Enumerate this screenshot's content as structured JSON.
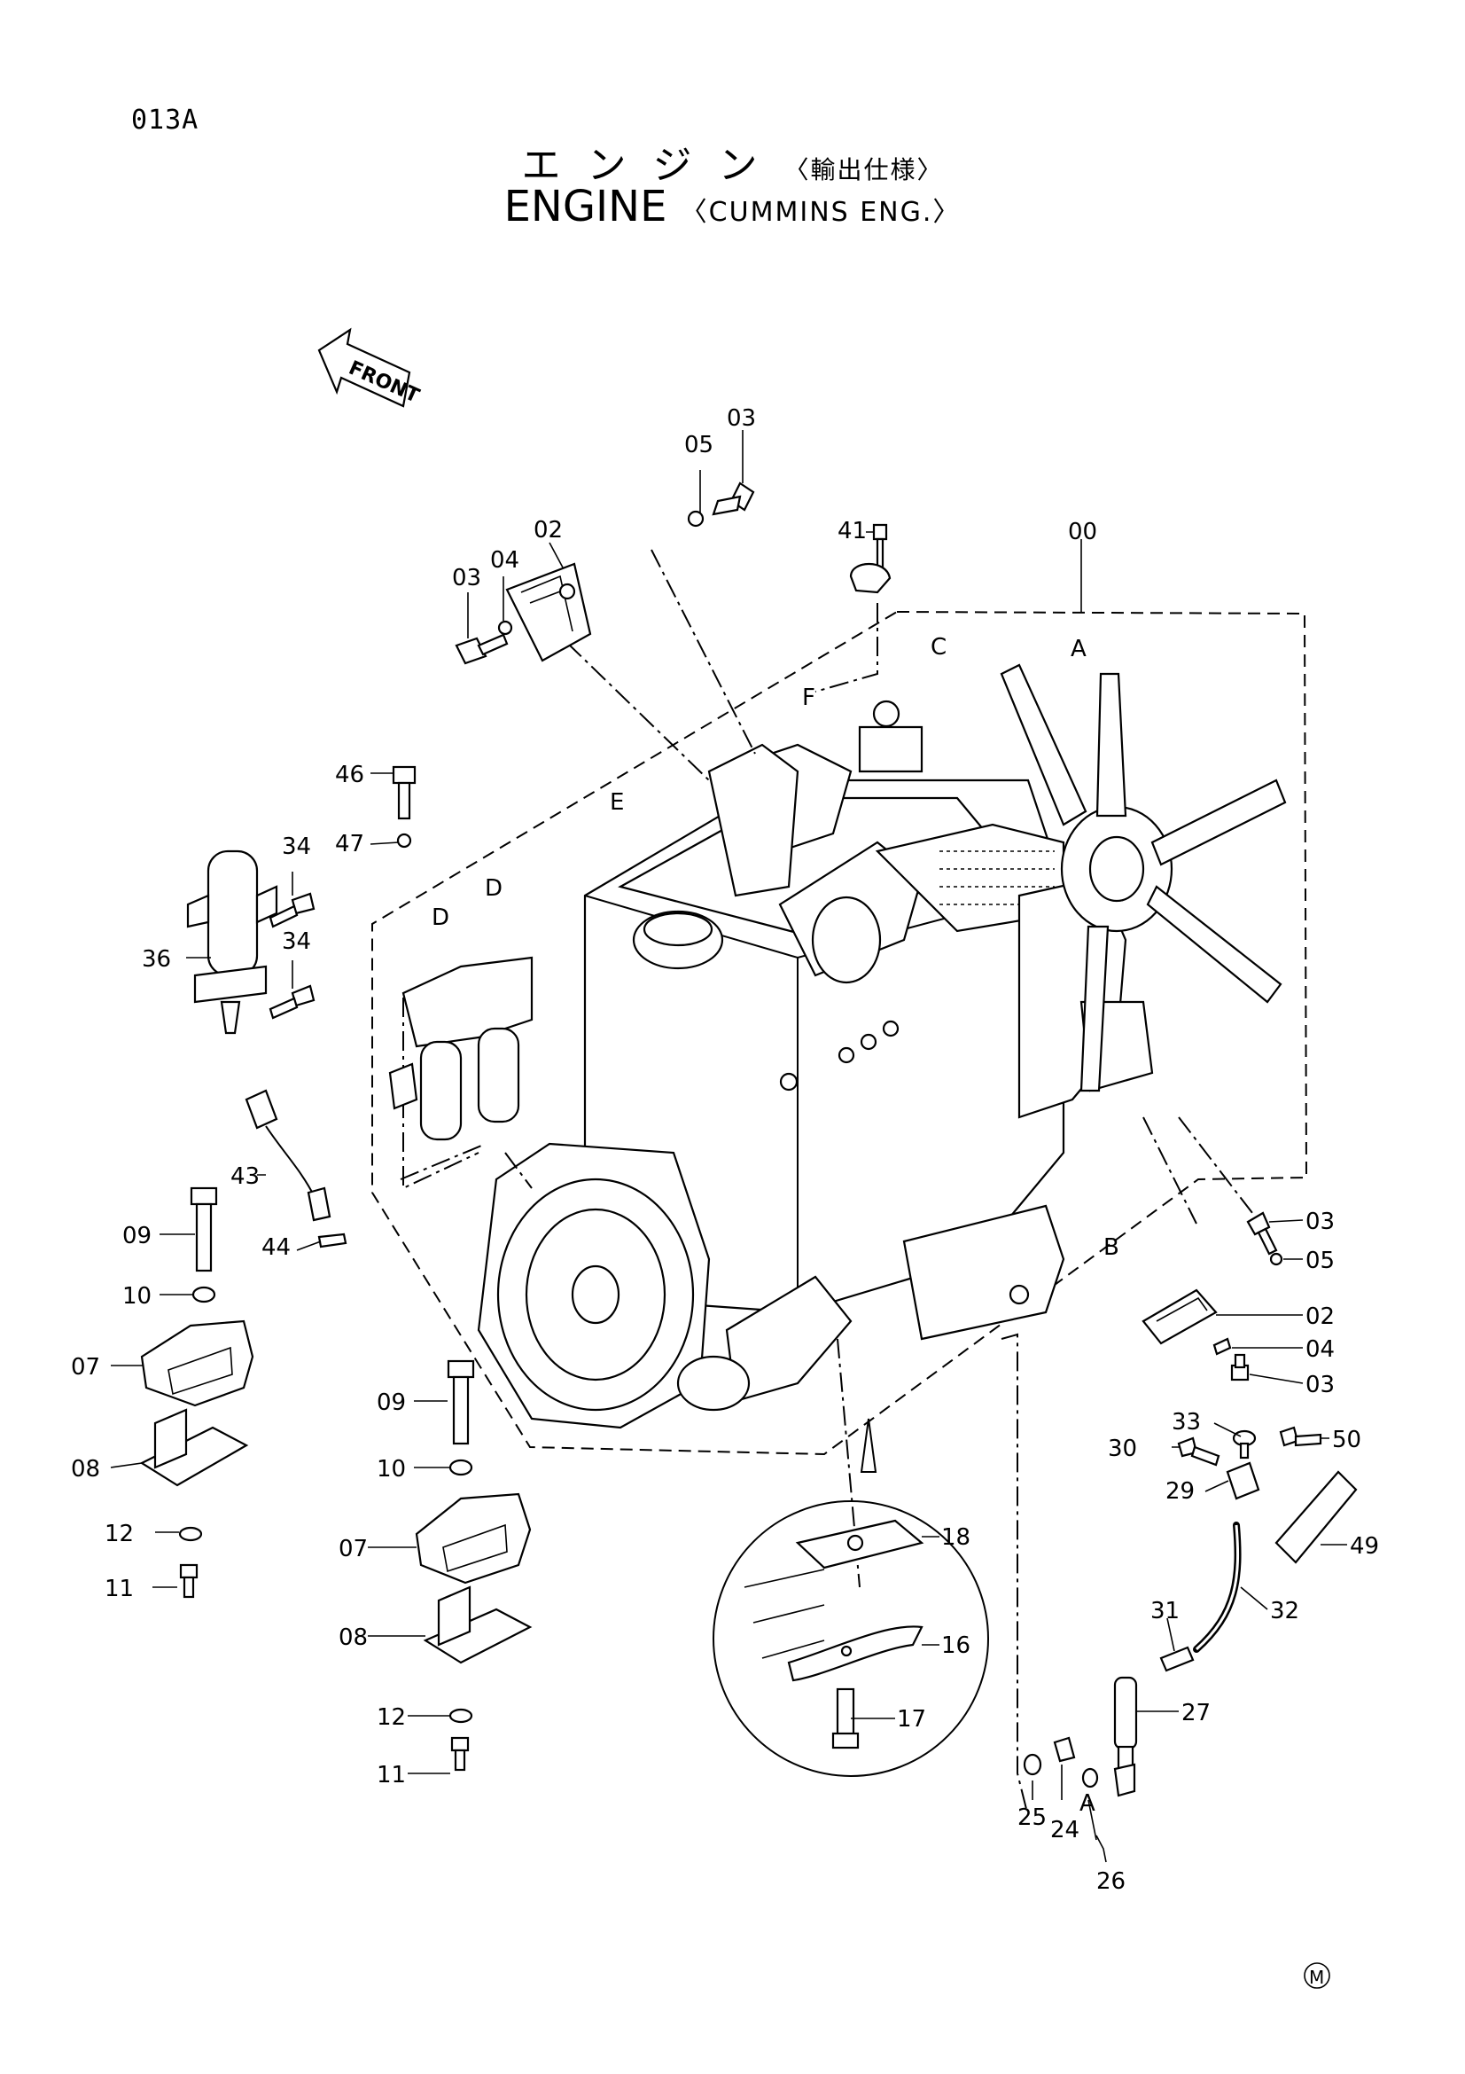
{
  "page_code": "013A",
  "title_jp": "エ ン ジ ン",
  "title_jp_sub": "〈輸出仕様〉",
  "title_en": "ENGINE",
  "title_en_sub": "〈CUMMINS ENG.〉",
  "front_label": "FRONT",
  "mark": "M",
  "callouts": {
    "c00": "00",
    "c02a": "02",
    "c02b": "02",
    "c03a": "03",
    "c03b": "03",
    "c03c": "03",
    "c03d": "03",
    "c04a": "04",
    "c04b": "04",
    "c05a": "05",
    "c05b": "05",
    "c07a": "07",
    "c07b": "07",
    "c08a": "08",
    "c08b": "08",
    "c09a": "09",
    "c09b": "09",
    "c10a": "10",
    "c10b": "10",
    "c11a": "11",
    "c11b": "11",
    "c12a": "12",
    "c12b": "12",
    "c16": "16",
    "c17": "17",
    "c18": "18",
    "c24": "24",
    "c25": "25",
    "c26": "26",
    "c27": "27",
    "c29": "29",
    "c30": "30",
    "c31": "31",
    "c32": "32",
    "c33": "33",
    "c34a": "34",
    "c34b": "34",
    "c36": "36",
    "c41": "41",
    "c43": "43",
    "c44": "44",
    "c46": "46",
    "c47": "47",
    "c49": "49",
    "c50": "50"
  },
  "refs": {
    "A_top": "A",
    "A_bottom": "A",
    "B": "B",
    "C": "C",
    "D1": "D",
    "D2": "D",
    "E": "E",
    "F": "F"
  }
}
